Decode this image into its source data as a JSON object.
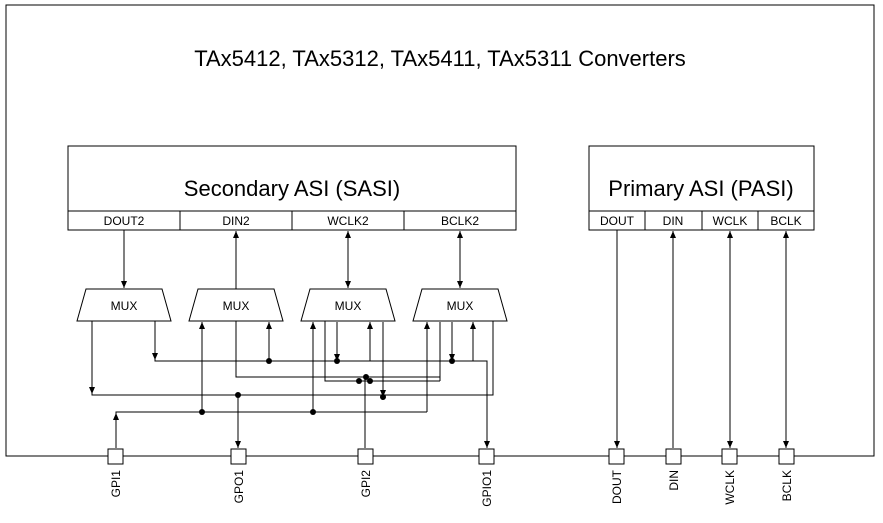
{
  "title": "TAx5412, TAx5312, TAx5411, TAx5311 Converters",
  "sasi": {
    "title": "Secondary ASI (SASI)",
    "pins": [
      "DOUT2",
      "DIN2",
      "WCLK2",
      "BCLK2"
    ]
  },
  "pasi": {
    "title": "Primary ASI (PASI)",
    "pins": [
      "DOUT",
      "DIN",
      "WCLK",
      "BCLK"
    ]
  },
  "mux": {
    "labels": [
      "MUX",
      "MUX",
      "MUX",
      "MUX"
    ]
  },
  "external_pins": [
    "GPI1",
    "GPO1",
    "GPI2",
    "GPIO1",
    "DOUT",
    "DIN",
    "WCLK",
    "BCLK"
  ]
}
